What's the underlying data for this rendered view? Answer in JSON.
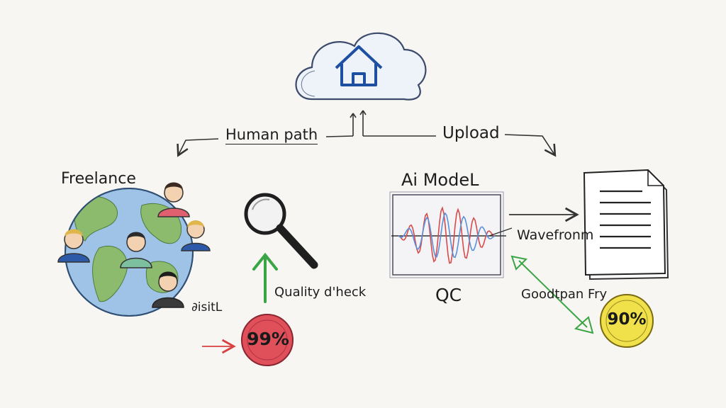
{
  "labels": {
    "human_path": "Human path",
    "upload": "Upload",
    "freelance": "Freelance",
    "ai_model": "Ai ModeL",
    "waveform": "Wavefronm",
    "qc": "QC",
    "quality_check": "Quality d'heck",
    "final": "∂isitL",
    "good": "Goodtpan Fry"
  },
  "badges": {
    "human_score": "99%",
    "ai_score": "90%"
  },
  "colors": {
    "cloud_outline": "#3c4a6b",
    "house": "#1e4fa0",
    "globe_ocean": "#9ec3e6",
    "globe_land": "#8dbb6e",
    "badge_red": "#e0505a",
    "badge_yellow": "#f0e04a",
    "arrow_green": "#3aa544",
    "arrow_red": "#d94040",
    "wave_red": "#d84a4a",
    "wave_blue": "#5c8fd8"
  },
  "icons": [
    "cloud-icon",
    "house-icon",
    "globe-icon",
    "person-icon",
    "magnifier-icon",
    "waveform-chart-icon",
    "document-icon",
    "arrow-icon"
  ]
}
